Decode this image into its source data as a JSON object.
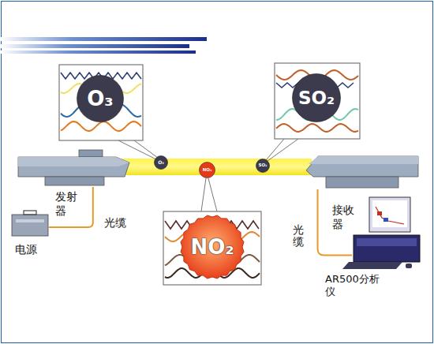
{
  "diagram": {
    "nodes": [
      {
        "text": [
          "O₃"
        ]
      },
      {
        "text": [
          "SO₂"
        ]
      },
      {
        "text": [
          "发射器"
        ]
      },
      {
        "text": [
          "O₃"
        ]
      },
      {
        "text": [
          "NO₂"
        ]
      },
      {
        "text": [
          "SO₂"
        ]
      },
      {
        "text": [
          "接收器"
        ]
      },
      {
        "text": [
          "NO₂"
        ]
      },
      {
        "text": [
          "电源"
        ]
      },
      {
        "text": [
          "AR500分析仪"
        ]
      }
    ],
    "edges": [
      {
        "from": 8,
        "to": 2,
        "arrow": "none",
        "label": "光缆"
      },
      {
        "from": 6,
        "to": 9,
        "arrow": "none",
        "label": "光缆"
      }
    ]
  }
}
